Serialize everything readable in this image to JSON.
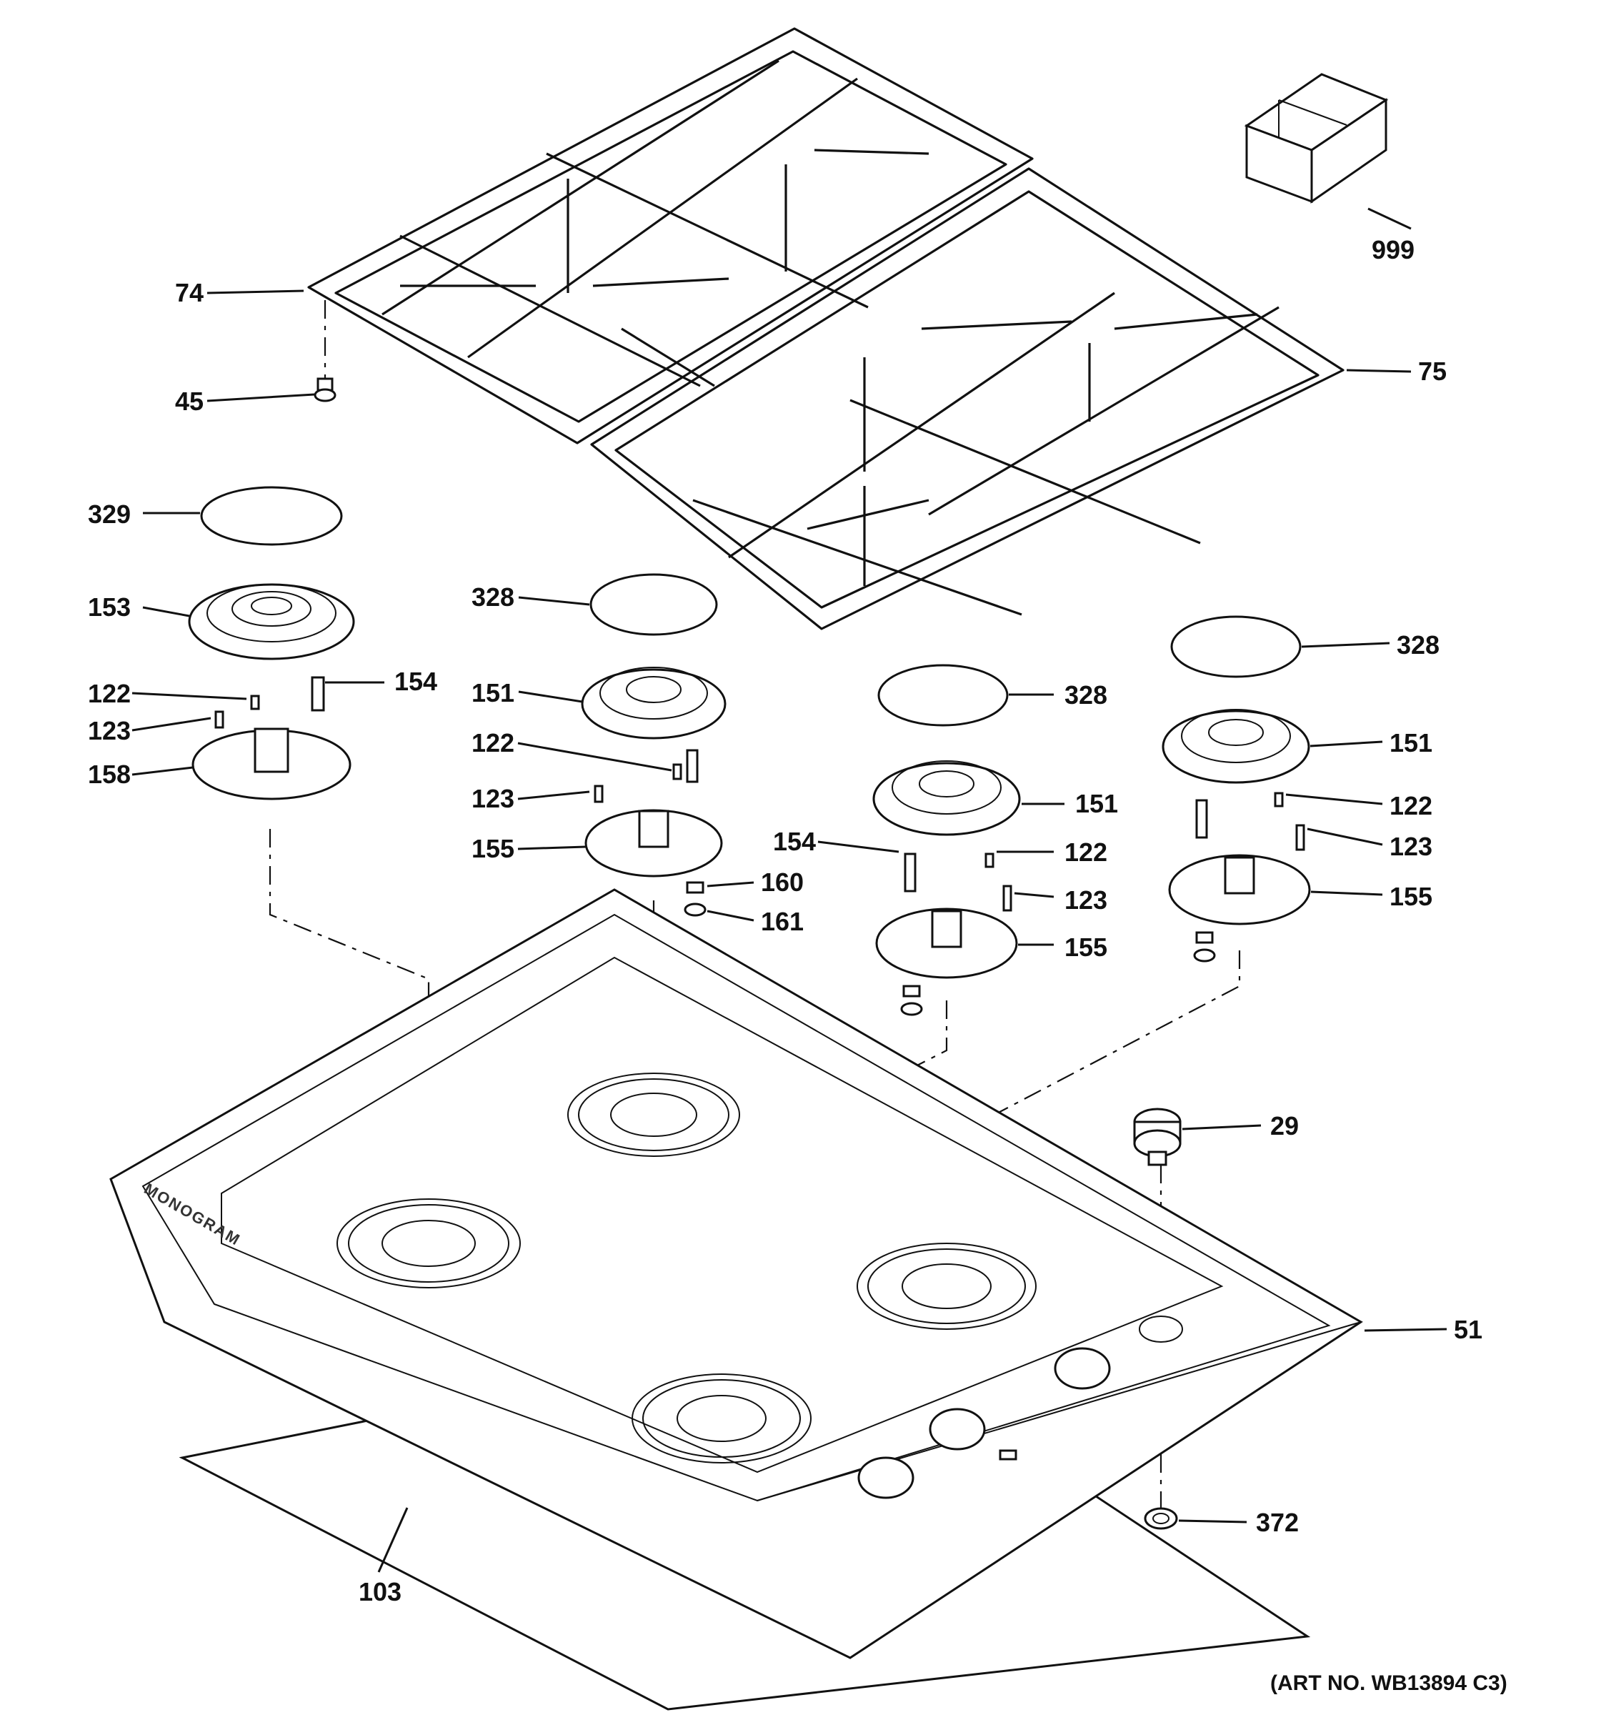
{
  "callouts": {
    "c999": "999",
    "c74": "74",
    "c75": "75",
    "c45": "45",
    "c329": "329",
    "c153": "153",
    "c122a": "122",
    "c154a": "154",
    "c123a": "123",
    "c158": "158",
    "c328a": "328",
    "c151a": "151",
    "c122b": "122",
    "c123b": "123",
    "c155a": "155",
    "c160": "160",
    "c161": "161",
    "c328b": "328",
    "c151b": "151",
    "c154b": "154",
    "c122c": "122",
    "c123c": "123",
    "c155b": "155",
    "c328c": "328",
    "c151c": "151",
    "c122d": "122",
    "c123d": "123",
    "c155c": "155",
    "c29": "29",
    "c51": "51",
    "c372": "372",
    "c103": "103"
  },
  "brand_text": "MONOGRAM",
  "art_number": "(ART NO. WB13894 C3)"
}
